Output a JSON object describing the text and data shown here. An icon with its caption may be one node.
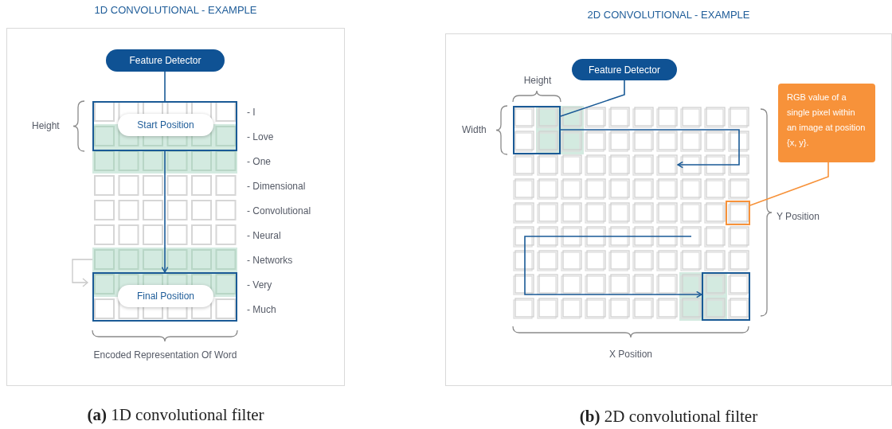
{
  "diagram": {
    "nodes": [
      {
        "text": [
          "1D CONVOLUTIONAL - EXAMPLE"
        ],
        "beside": [
          "**(a)** 1D convolutional filter"
        ]
      },
      {
        "text": [
          "Feature Detector"
        ],
        "in": 0
      },
      {
        "text": [
          "Start Position"
        ],
        "in": 0
      },
      {
        "text": [
          "Final Position"
        ],
        "in": 0
      },
      {
        "text": [
          "2D CONVOLUTIONAL - EXAMPLE"
        ],
        "beside": [
          "**(b)** 2D convolutional filter"
        ]
      },
      {
        "text": [
          "Feature Detector"
        ],
        "in": 4
      },
      {
        "text": [],
        "shape": "box",
        "in": 4
      },
      {
        "text": [],
        "shape": "box",
        "in": 4
      },
      {
        "text": [
          "RGB value of a single pixel within an image at position {x, y}."
        ],
        "in": 4
      },
      {
        "text": [],
        "shape": "box",
        "in": 4
      }
    ],
    "edges": [
      {
        "from": 1,
        "to": 2,
        "arrow": "none"
      },
      {
        "from": 2,
        "to": 3,
        "arrow": "to"
      },
      {
        "from": 5,
        "to": 6,
        "arrow": "none"
      },
      {
        "from": 6,
        "to": null,
        "arrow": "to"
      },
      {
        "from": null,
        "to": 7,
        "arrow": "to"
      },
      {
        "from": 8,
        "to": 9,
        "arrow": "none",
        "color": "#f7923a"
      }
    ],
    "labels": [
      "Height",
      "- I",
      "- Love",
      "- One",
      "- Dimensional",
      "- Convolutional",
      "- Neural",
      "- Networks",
      "- Very",
      "- Much",
      "Encoded Representation Of Word",
      "Height",
      "Width",
      "Y Position",
      "X Position"
    ]
  }
}
